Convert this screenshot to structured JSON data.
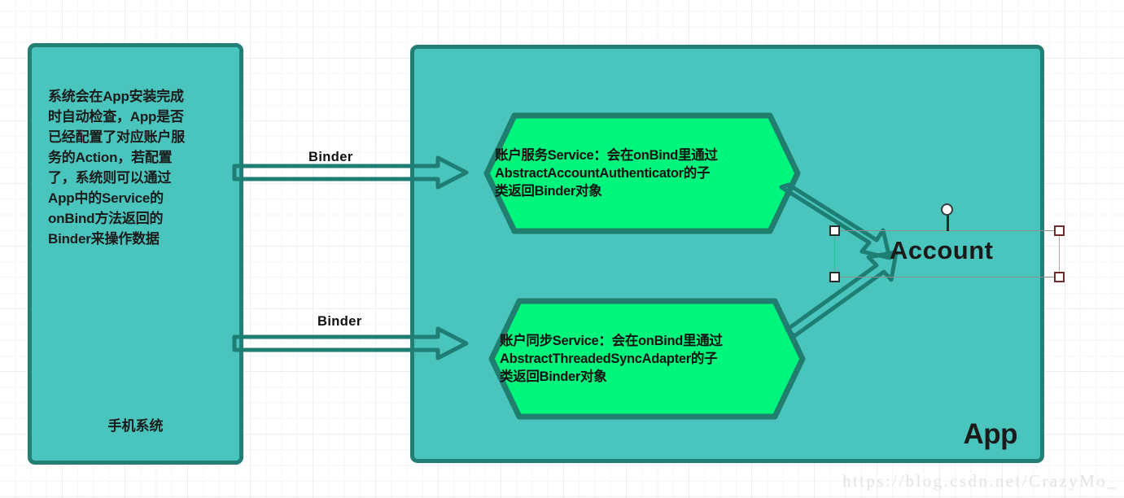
{
  "diagram": {
    "title": "Android Account Service Binder Diagram",
    "colors": {
      "container_fill": "#4ac5bd",
      "container_stroke": "#237f74",
      "hexagon_fill": "#00f57c",
      "hexagon_stroke": "#1f7e6e",
      "arrow_stroke": "#1f7e74",
      "text": "#111111",
      "watermark": "#e3e3e6",
      "grid_minor": "#f5f6f8",
      "grid_major": "#eceef1"
    },
    "system_box": {
      "caption": "手机系统",
      "note": "系统会在App安装完成\n时自动检查，App是否\n已经配置了对应账户服\n务的Action，若配置\n了，系统则可以通过\nApp中的Service的\nonBind方法返回的\nBinder来操作数据"
    },
    "app_box": {
      "caption": "App"
    },
    "hexagons": [
      {
        "id": "account-authenticator-service",
        "label": "账户服务Service：会在onBind里通过\nAbstractAccountAuthenticator的子\n类返回Binder对象"
      },
      {
        "id": "account-sync-service",
        "label": "账户同步Service：会在onBind里通过\nAbstractThreadedSyncAdapter的子\n类返回Binder对象"
      }
    ],
    "edges": [
      {
        "id": "binder-1",
        "label": "Binder"
      },
      {
        "id": "binder-2",
        "label": "Binder"
      }
    ],
    "account": {
      "label": "Account",
      "selected": true
    },
    "watermark": "https://blog.csdn.net/CrazyMo_"
  }
}
